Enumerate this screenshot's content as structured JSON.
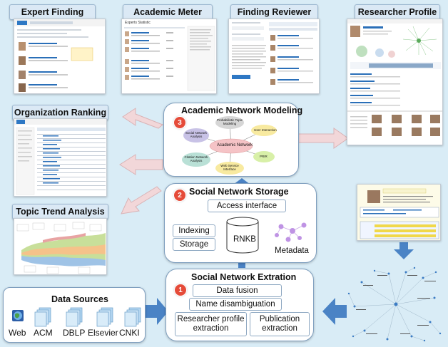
{
  "top_panels": {
    "expert_finding": "Expert  Finding",
    "academic_meter": "Academic Meter",
    "finding_reviewer": "Finding Reviewer",
    "researcher_profile": "Researcher Profile"
  },
  "left_panels": {
    "organization_ranking": "Organization Ranking",
    "topic_trend_analysis": "Topic Trend Analysis"
  },
  "modeling": {
    "number": "3",
    "title": "Academic Network Modeling",
    "center": "Academic Network",
    "nodes": [
      "Social Network Analysis",
      "Probabilistic Topic Modeling",
      "User Interaction",
      "PRIR",
      "Web Service Interface",
      "Citation Network Analysis"
    ]
  },
  "storage": {
    "number": "2",
    "title": "Social Network Storage",
    "access_interface": "Access interface",
    "indexing": "Indexing",
    "storage": "Storage",
    "rnkb": "RNKB",
    "metadata": "Metadata"
  },
  "extraction": {
    "number": "1",
    "title": "Social Network Extration",
    "data_fusion": "Data fusion",
    "name_disambiguation": "Name disambiguation",
    "researcher_profile_extraction": "Researcher profile extraction",
    "publication_extraction": "Publication extraction"
  },
  "data_sources": {
    "title": "Data Sources",
    "items": [
      "Web",
      "ACM",
      "DBLP",
      "Elsevier",
      "CNKI"
    ]
  },
  "meter": {
    "header": "Experts Statistic"
  },
  "colors": {
    "background": "#d9ecf6",
    "arrow_pink": "#f2d7d9",
    "arrow_blue": "#4a83c5",
    "badge_red": "#e54b39"
  }
}
